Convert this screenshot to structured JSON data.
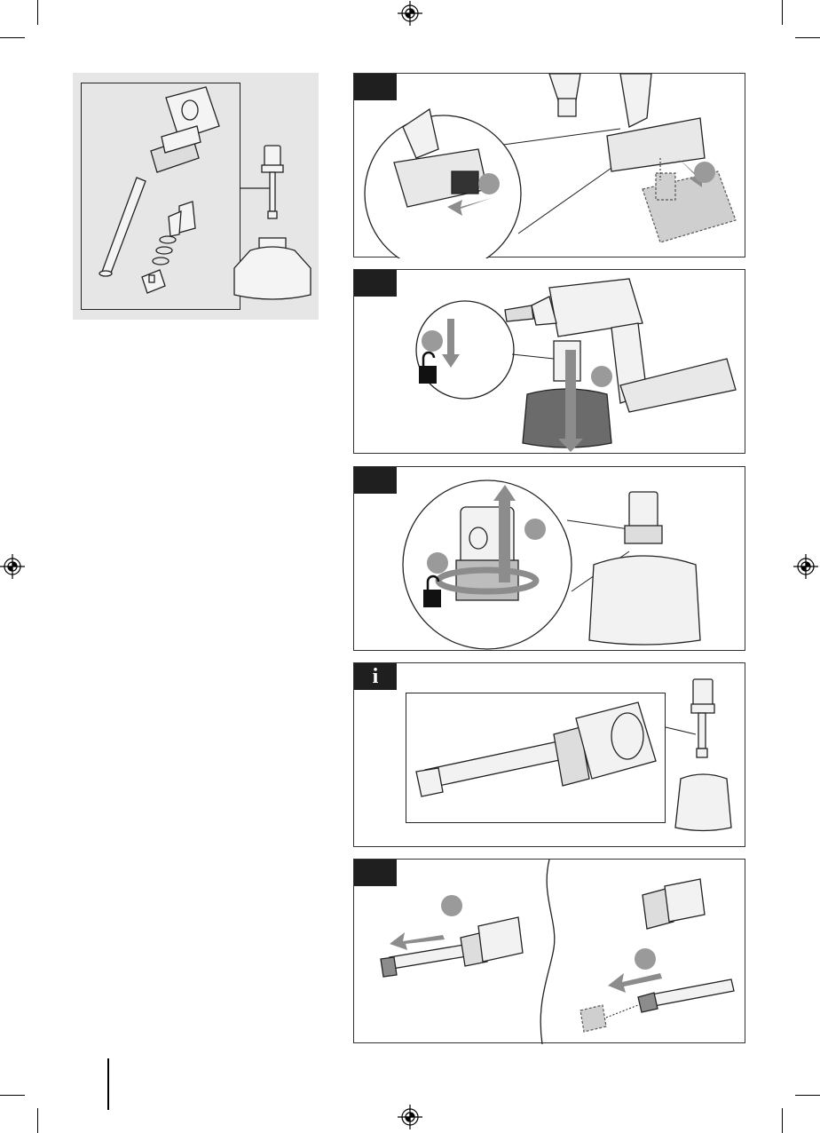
{
  "page": {
    "info_tab_glyph": "i"
  },
  "panels": [
    {
      "id": "step-1",
      "tab_label": ""
    },
    {
      "id": "step-2",
      "tab_label": ""
    },
    {
      "id": "step-3",
      "tab_label": ""
    },
    {
      "id": "info",
      "tab_label": "i"
    },
    {
      "id": "step-4",
      "tab_label": ""
    }
  ],
  "callouts": [
    "",
    "",
    "",
    "",
    "",
    "",
    "",
    ""
  ]
}
